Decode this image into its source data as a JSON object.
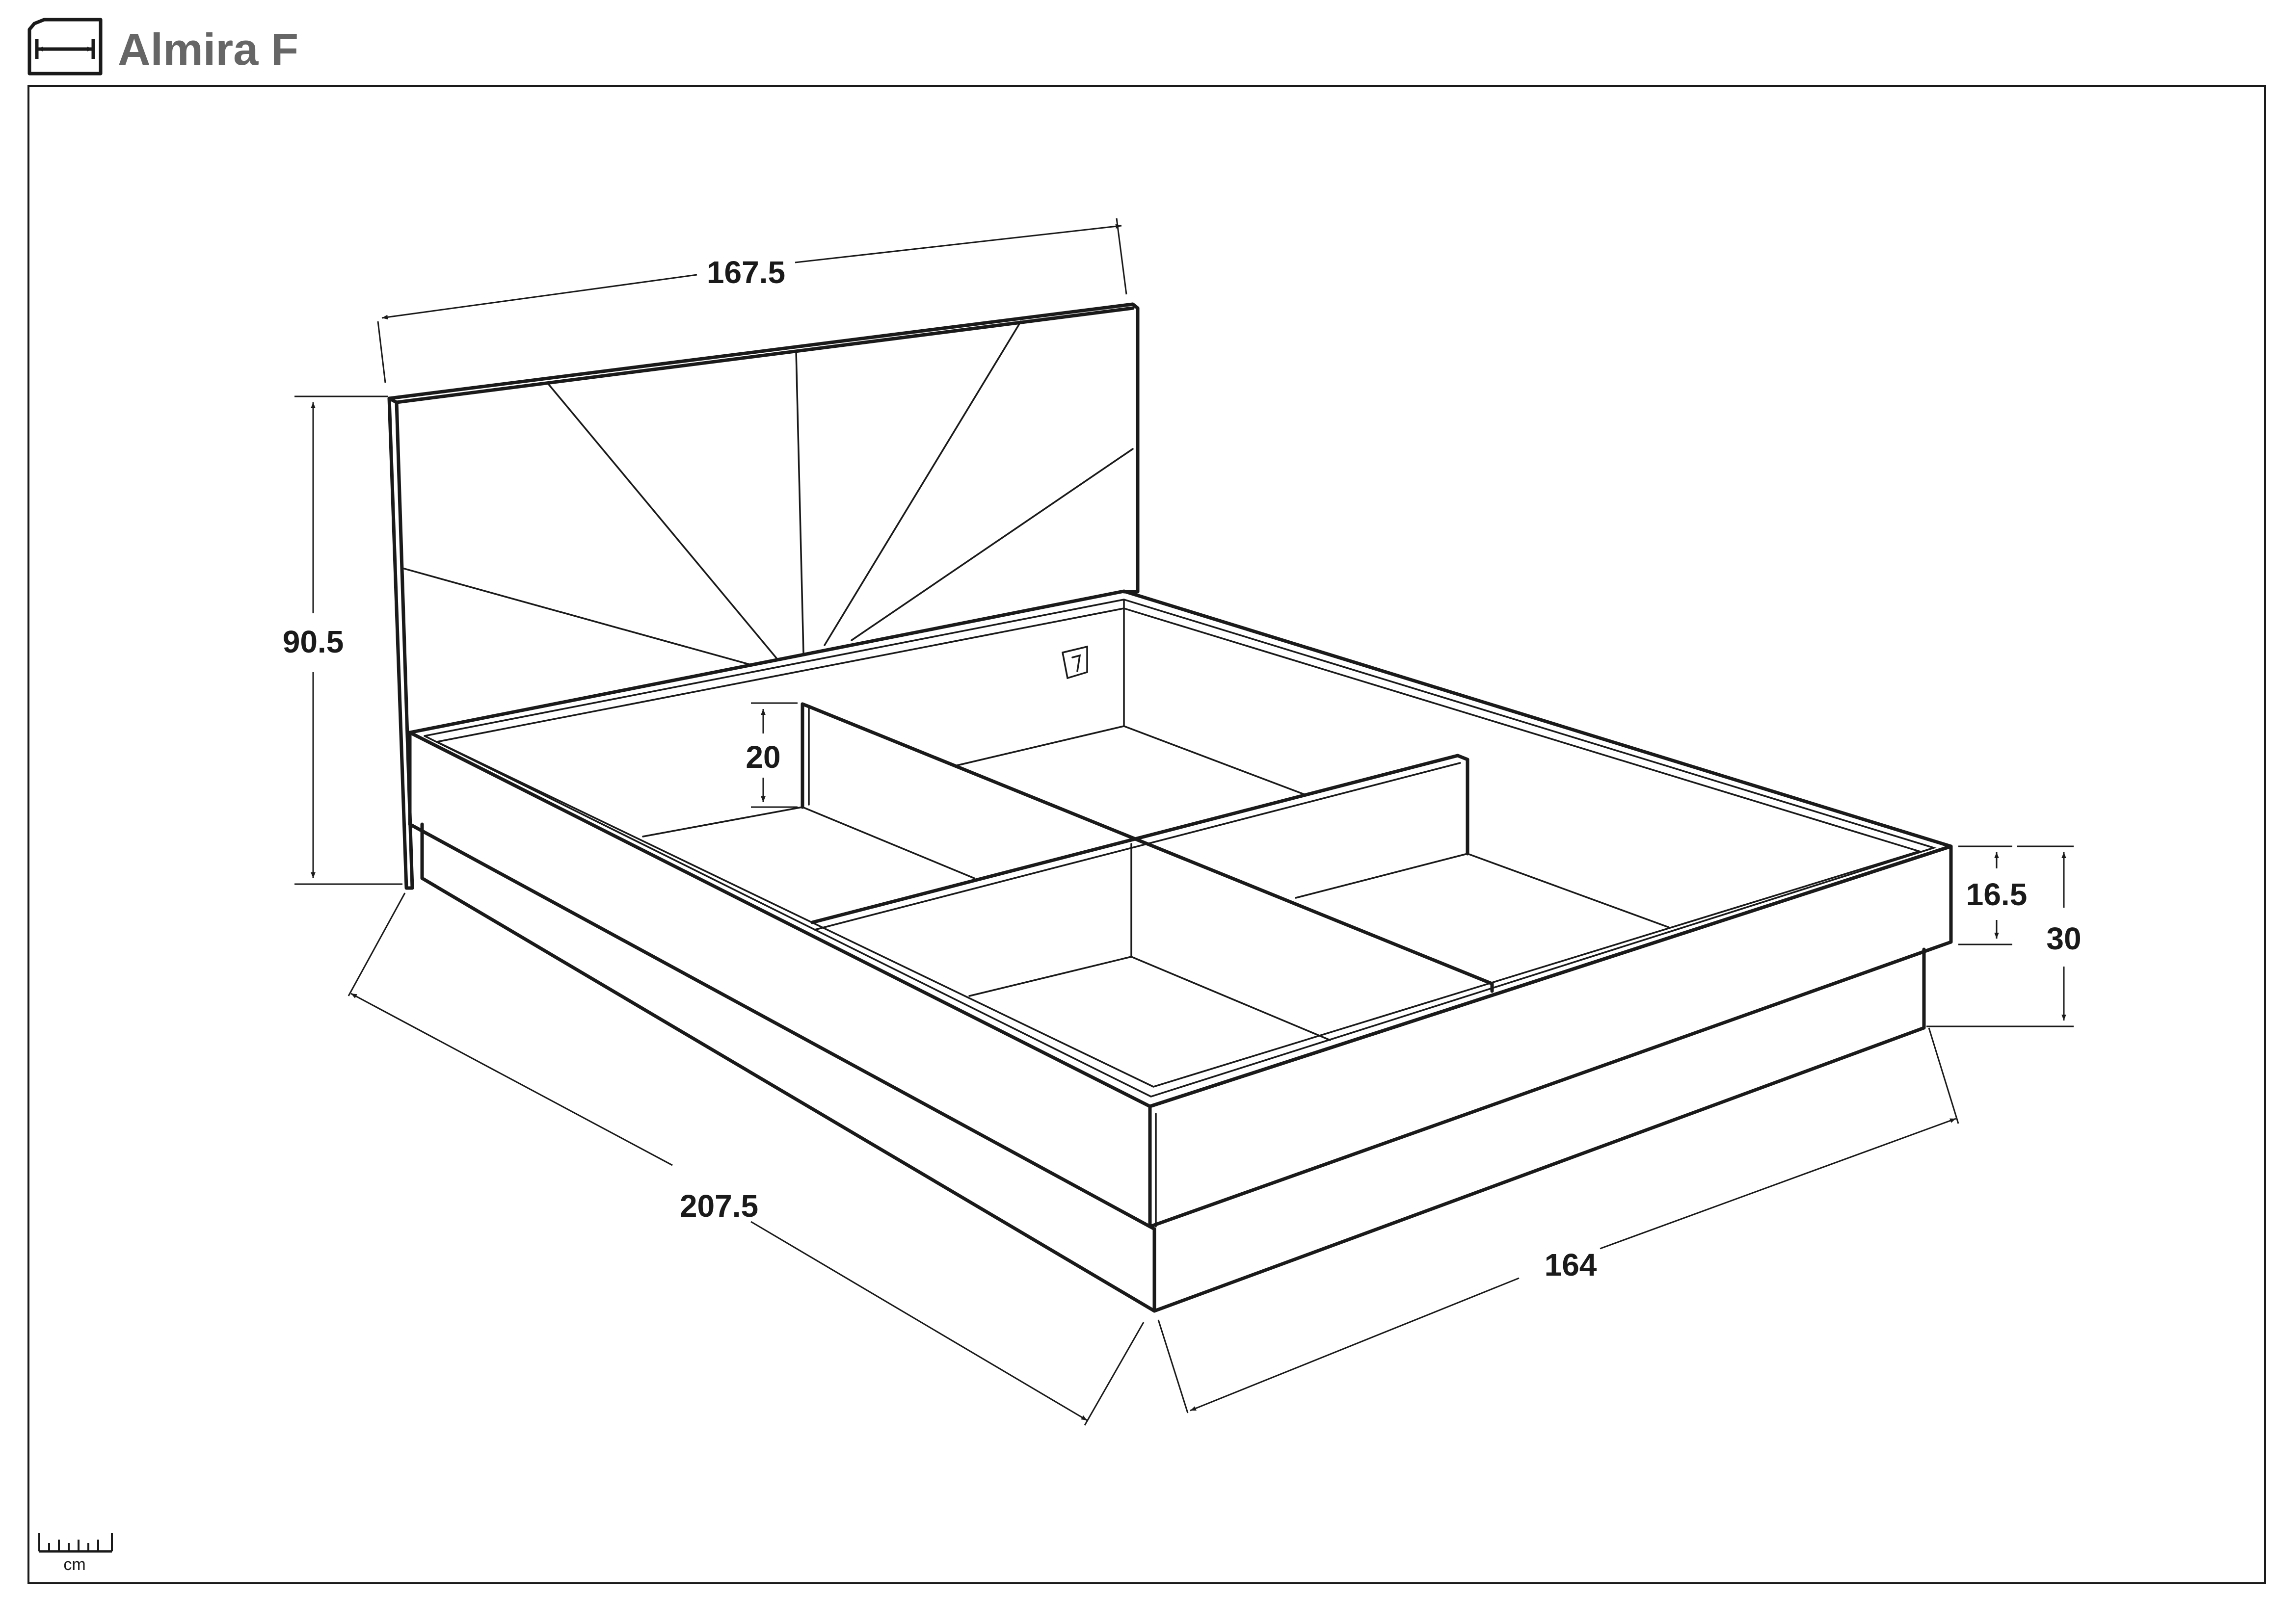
{
  "header": {
    "title": "Almira F",
    "icon": "dimension-icon"
  },
  "frame": {
    "border_color": "#1a1a1a"
  },
  "dimensions": {
    "headboard_width": "167.5",
    "headboard_height": "90.5",
    "divider_height": "20",
    "length": "207.5",
    "width": "164",
    "frame_height": "16.5",
    "total_height": "30"
  },
  "legend": {
    "unit": "cm",
    "icon": "ruler-icon"
  },
  "colors": {
    "title": "#666666",
    "lines": "#1a1a1a"
  }
}
